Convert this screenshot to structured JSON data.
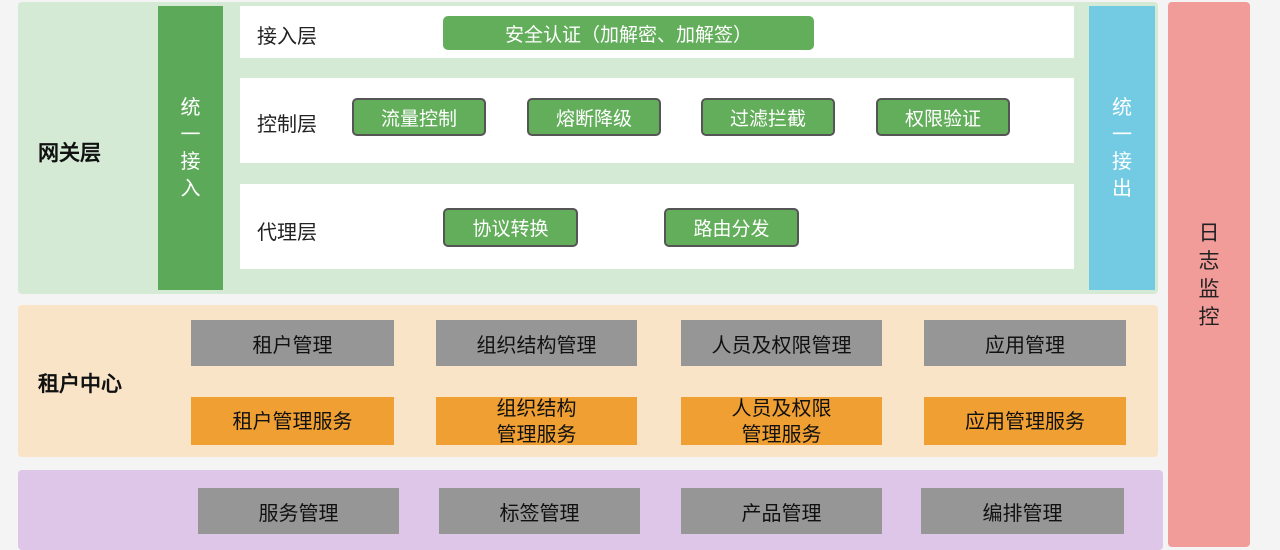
{
  "gateway": {
    "title": "网关层",
    "unified_in": [
      "统",
      "一",
      "接",
      "入"
    ],
    "unified_out": [
      "统",
      "一",
      "接",
      "出"
    ],
    "access_layer": {
      "label": "接入层",
      "items": [
        "安全认证（加解密、加解签）"
      ]
    },
    "control_layer": {
      "label": "控制层",
      "items": [
        "流量控制",
        "熔断降级",
        "过滤拦截",
        "权限验证"
      ]
    },
    "proxy_layer": {
      "label": "代理层",
      "items": [
        "协议转换",
        "路由分发"
      ]
    }
  },
  "tenant_center": {
    "title": "租户中心",
    "modules": [
      "租户管理",
      "组织结构管理",
      "人员及权限管理",
      "应用管理"
    ],
    "services": [
      "租户管理服务",
      "组织结构\n管理服务",
      "人员及权限\n管理服务",
      "应用管理服务"
    ]
  },
  "bottom_layer": {
    "modules": [
      "服务管理",
      "标签管理",
      "产品管理",
      "编排管理"
    ]
  },
  "log_monitor": [
    "日",
    "志",
    "监",
    "控"
  ],
  "colors": {
    "gateway_bg": "#d4ead5",
    "tenant_bg": "#f9e4c7",
    "bottom_bg": "#dec6e8",
    "green": "#63ae5b",
    "blue": "#72cbe3",
    "pink": "#f19c99",
    "gray": "#969696",
    "orange": "#f0a033"
  }
}
